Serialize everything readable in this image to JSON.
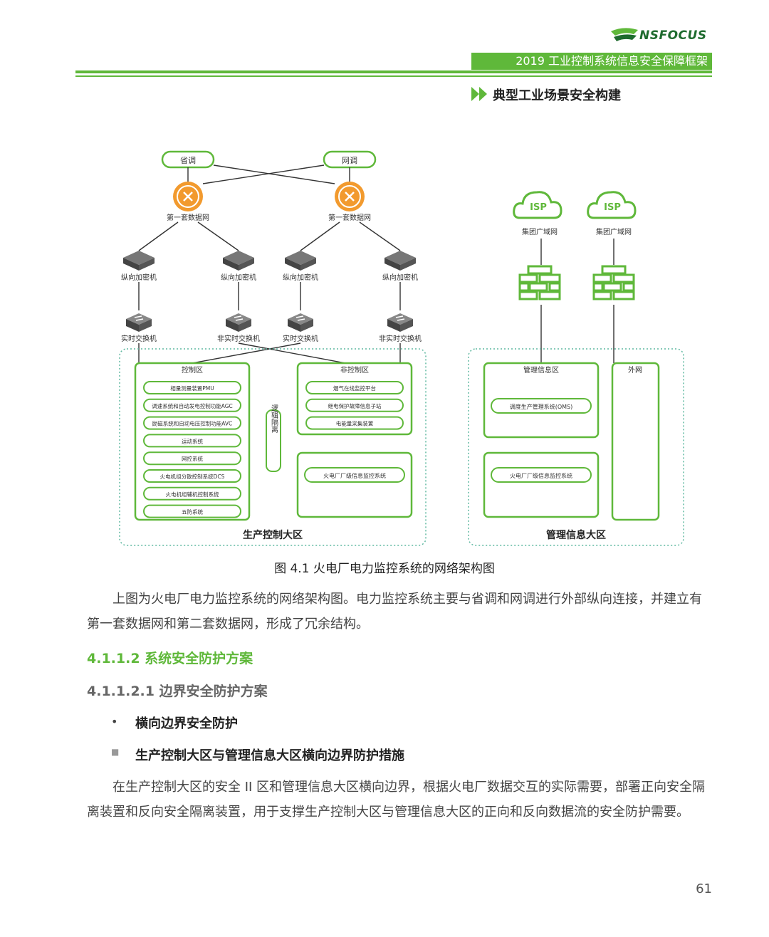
{
  "header": {
    "logo_text": "NSFOCUS",
    "doc_title": "2019 工业控制系统信息安全保障框架",
    "section_title": "典型工业场景安全构建"
  },
  "diagram": {
    "top_nodes": [
      "省调",
      "网调"
    ],
    "routers": [
      "第一套数据网",
      "第一套数据网"
    ],
    "encryptors": [
      "纵向加密机",
      "纵向加密机",
      "纵向加密机",
      "纵向加密机"
    ],
    "switches": [
      "实时交换机",
      "非实时交换机",
      "实时交换机",
      "非实时交换机"
    ],
    "isp_label": "ISP",
    "clouds": [
      "集团广域网",
      "集团广域网"
    ],
    "control_zone": {
      "title": "控制区",
      "items": [
        "相量测量装置PMU",
        "调速系统和自动发电控制功能AGC",
        "励磁系统和自动电压控制功能AVC",
        "运动系统",
        "网控系统",
        "火电机组分散控制系统DCS",
        "火电机组辅机控制系统",
        "五防系统"
      ]
    },
    "noncontrol_zone": {
      "title": "非控制区",
      "items": [
        "烟气在线监控平台",
        "继电保护故障信息子站",
        "电能量采集装置"
      ]
    },
    "isolation_label": "逻辑隔离",
    "plant_monitor_1": "火电厂厂级信息监控系统",
    "production_zone_label": "生产控制大区",
    "mgmt_zone": {
      "title": "管理信息区",
      "item": "调度生产管理系统(OMS)",
      "plant_monitor": "火电厂厂级信息监控系统"
    },
    "external_net": "外网",
    "mgmt_big_zone_label": "管理信息大区"
  },
  "caption": "图 4.1 火电厂电力监控系统的网络架构图",
  "para1": "上图为火电厂电力监控系统的网络架构图。电力监控系统主要与省调和网调进行外部纵向连接，并建立有第一套数据网和第二套数据网，形成了冗余结构。",
  "heading1": "4.1.1.2 系统安全防护方案",
  "heading2": "4.1.1.2.1 边界安全防护方案",
  "bullet1": "横向边界安全防护",
  "bullet2": "生产控制大区与管理信息大区横向边界防护措施",
  "para2": "在生产控制大区的安全 II 区和管理信息大区横向边界，根据火电厂数据交互的实际需要，部署正向安全隔离装置和反向安全隔离装置，用于支撑生产控制大区与管理信息大区的正向和反向数据流的安全防护需要。",
  "page_number": "61",
  "colors": {
    "accent": "#5fb83a",
    "router": "#f29a2e",
    "dark_green": "#1e6b2e"
  }
}
